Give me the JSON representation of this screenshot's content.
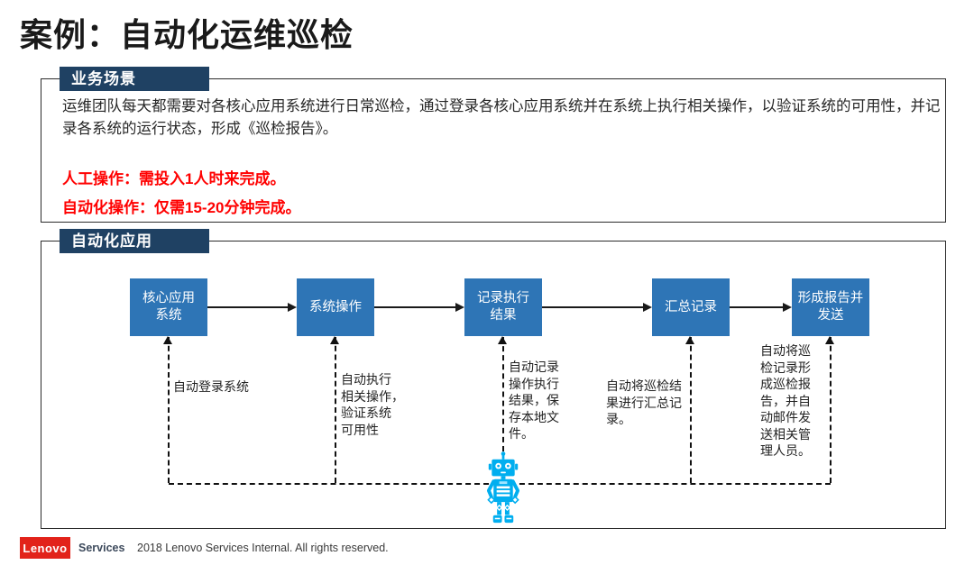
{
  "slide": {
    "title": "案例：自动化运维巡检"
  },
  "business_section": {
    "tab_label": "业务场景",
    "description": "运维团队每天都需要对各核心应用系统进行日常巡检，通过登录各核心应用系统并在系统上执行相关操作，以验证系统的可用性，并记录各系统的运行状态，形成《巡检报告》。",
    "manual_note": "人工操作：需投入1人时来完成。",
    "automated_note": "自动化操作：仅需15-20分钟完成。"
  },
  "automation_section": {
    "tab_label": "自动化应用",
    "steps": [
      {
        "label": "核心应用\n系统",
        "note": "自动登录系统"
      },
      {
        "label": "系统操作",
        "note": "自动执行\n相关操作，\n验证系统\n可用性"
      },
      {
        "label": "记录执行\n结果",
        "note": "自动记录\n操作执行\n结果，保\n存本地文\n件。"
      },
      {
        "label": "汇总记录",
        "note": "自动将巡检结\n果进行汇总记\n录。"
      },
      {
        "label": "形成报告并\n发送",
        "note": "自动将巡\n检记录形\n成巡检报\n告，并自\n动邮件发\n送相关管\n理人员。"
      }
    ]
  },
  "footer": {
    "logo_text": "Lenovo",
    "brand_label": "Services",
    "copyright": "2018 Lenovo Services Internal. All rights reserved."
  },
  "icons": {
    "robot": "robot-icon"
  },
  "colors": {
    "tab_navy": "#1F4163",
    "step_blue": "#2E75B6",
    "robot_cyan": "#00AEEF",
    "alert_red": "#FF0000",
    "lenovo_red": "#E2231A",
    "text_dark": "#262626"
  }
}
